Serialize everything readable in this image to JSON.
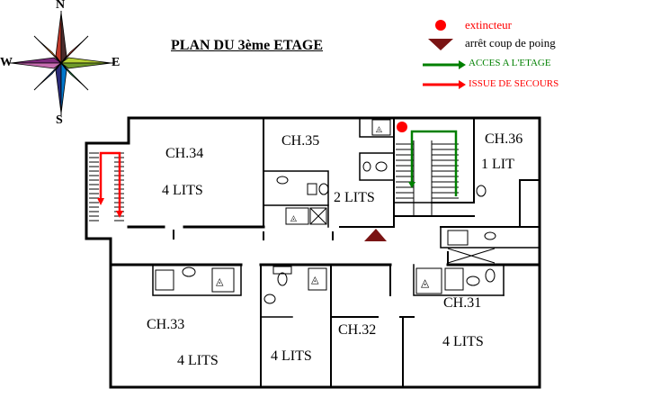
{
  "title": "PLAN DU 3ème ETAGE",
  "compass": {
    "north": "N",
    "south": "S",
    "east": "E",
    "west": "W"
  },
  "legend": {
    "extinguisher": {
      "label": "extincteur",
      "color": "#ff0000",
      "icon": "extinguisher-dot-icon"
    },
    "emergency_stop": {
      "label": "arrêt coup de poing",
      "color": "#7a1414",
      "icon": "emergency-stop-triangle-icon"
    },
    "floor_access": {
      "label": "ACCES A L'ETAGE",
      "color": "#008000",
      "icon": "green-arrow-icon"
    },
    "emergency_exit": {
      "label": "ISSUE DE SECOURS",
      "color": "#ff0000",
      "icon": "red-arrow-icon"
    }
  },
  "rooms": {
    "ch34": {
      "name": "CH.34",
      "beds": "4 LITS"
    },
    "ch35": {
      "name": "CH.35",
      "beds": "2 LITS"
    },
    "ch36": {
      "name": "CH.36",
      "beds": "1 LIT"
    },
    "ch33": {
      "name": "CH.33",
      "beds": "4 LITS"
    },
    "ch32": {
      "name": "CH.32",
      "beds": "4 LITS"
    },
    "ch31": {
      "name": "CH.31",
      "beds": "4 LITS"
    }
  }
}
